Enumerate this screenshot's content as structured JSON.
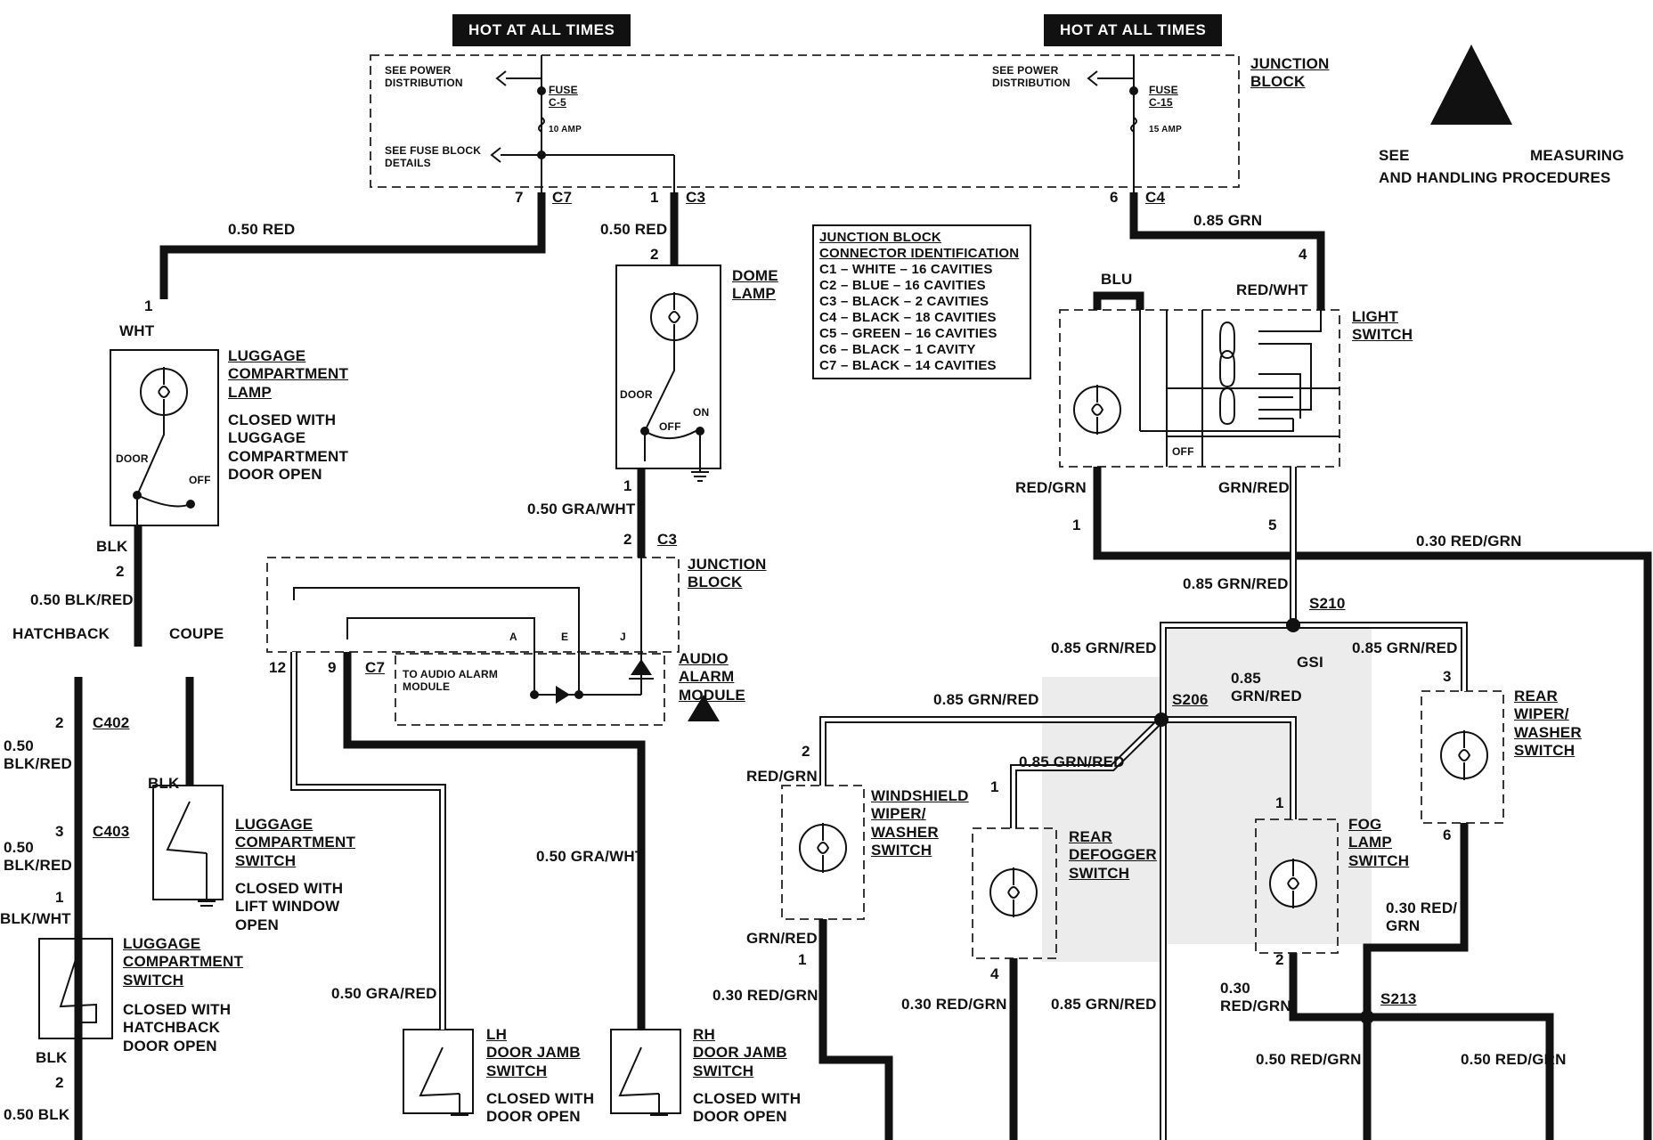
{
  "hot_labels": [
    "HOT AT ALL TIMES",
    "HOT AT ALL TIMES"
  ],
  "junction_block_top": "JUNCTION\nBLOCK",
  "esd_note": {
    "left": "SEE",
    "right": "MEASURING",
    "line2": "AND HANDLING PROCEDURES"
  },
  "fuse_left": {
    "see_power": "SEE POWER\nDISTRIBUTION",
    "name": "FUSE\nC-5",
    "rating": "10 AMP",
    "see_fuse_block": "SEE FUSE BLOCK\nDETAILS"
  },
  "fuse_right": {
    "see_power": "SEE POWER\nDISTRIBUTION",
    "name": "FUSE\nC-15",
    "rating": "15 AMP"
  },
  "connectors": {
    "c7_top": {
      "pin": "7",
      "name": "C7"
    },
    "c3_top": {
      "pin": "1",
      "name": "C3"
    },
    "c4_top": {
      "pin": "6",
      "name": "C4"
    },
    "c3_mid": {
      "pin": "2",
      "name": "C3"
    },
    "c7_mid": {
      "pin12": "12",
      "pin9": "9",
      "name": "C7"
    },
    "c402": {
      "pin": "2",
      "name": "C402"
    },
    "c403": {
      "pin": "3",
      "name": "C403"
    }
  },
  "connector_id": {
    "title": [
      "JUNCTION BLOCK",
      "CONNECTOR IDENTIFICATION"
    ],
    "rows": [
      "C1 – WHITE – 16 CAVITIES",
      "C2 – BLUE – 16 CAVITIES",
      "C3 – BLACK – 2 CAVITIES",
      "C4 – BLACK – 18 CAVITIES",
      "C5 – GREEN – 16 CAVITIES",
      "C6 – BLACK – 1 CAVITY",
      "C7 – BLACK – 14 CAVITIES"
    ]
  },
  "wires": {
    "red050_left": "0.50 RED",
    "red050_dome": "0.50 RED",
    "grn085": "0.85 GRN",
    "gra_wht_050a": "0.50 GRA/WHT",
    "gra_wht_050b": "0.50 GRA/WHT",
    "gra_red_050": "0.50 GRA/RED",
    "wht": "WHT",
    "blk1": "BLK",
    "blk_red_050": "0.50 BLK/RED",
    "blk_red_a": "0.50\nBLK/RED",
    "blk_red_b": "0.50\nBLK/RED",
    "blk_wht": "BLK/WHT",
    "blk2": "BLK",
    "blk3": "BLK",
    "blk050": "0.50 BLK",
    "blu": "BLU",
    "red_wht": "RED/WHT",
    "red_grn_ls": "RED/GRN",
    "grn_red_ls": "GRN/RED",
    "red_grn_030_right": "0.30 RED/GRN",
    "grn_red_085_a": "0.85 GRN/RED",
    "grn_red_085_b": "0.85 GRN/RED",
    "grn_red_085_c": "0.85 GRN/RED",
    "grn_red_085_d": "0.85 GRN/RED",
    "grn_red_085_e": "0.85\nGRN/RED",
    "grn_red_085_f": "0.85 GRN/RED",
    "grn_red_085_g": "0.85 GRN/RED",
    "red_grn_ws": "RED/GRN",
    "grn_red_ws": "GRN/RED",
    "red_grn_030_ws": "0.30 RED/GRN",
    "red_grn_030_def": "0.30 RED/GRN",
    "red_grn_030_rw": "0.30 RED/\nGRN",
    "red_grn_030_fog": "0.30\nRED/GRN",
    "red_grn_050_a": "0.50 RED/GRN",
    "red_grn_050_b": "0.50 RED/GRN"
  },
  "splices": {
    "s210": "S210",
    "s206": "S206",
    "s213": "S213",
    "gsi": "GSI"
  },
  "components": {
    "dome_lamp": "DOME\nLAMP",
    "dome_door": "DOOR",
    "dome_off": "OFF",
    "dome_on": "ON",
    "luggage_lamp": "LUGGAGE\nCOMPARTMENT\nLAMP",
    "luggage_lamp_note": "CLOSED WITH\nLUGGAGE\nCOMPARTMENT\nDOOR OPEN",
    "luggage_door": "DOOR",
    "luggage_off": "OFF",
    "hatchback": "HATCHBACK",
    "coupe": "COUPE",
    "lcs_coupe": "LUGGAGE\nCOMPARTMENT\nSWITCH",
    "lcs_coupe_note": "CLOSED WITH\nLIFT WINDOW\nOPEN",
    "lcs_hatch": "LUGGAGE\nCOMPARTMENT\nSWITCH",
    "lcs_hatch_note": "CLOSED WITH\nHATCHBACK\nDOOR OPEN",
    "jb_mid": "JUNCTION\nBLOCK",
    "audio_module": "AUDIO\nALARM\nMODULE",
    "to_audio": "TO AUDIO ALARM\nMODULE",
    "pins": [
      "A",
      "E",
      "J"
    ],
    "lh_jamb": "LH\nDOOR JAMB\nSWITCH",
    "lh_note": "CLOSED WITH\nDOOR OPEN",
    "rh_jamb": "RH\nDOOR JAMB\nSWITCH",
    "rh_note": "CLOSED WITH\nDOOR OPEN",
    "light_switch": "LIGHT\nSWITCH",
    "light_off": "OFF",
    "ws_wiper": "WINDSHIELD\nWIPER/\nWASHER\nSWITCH",
    "rear_defog": "REAR\nDEFOGGER\nSWITCH",
    "fog_lamp": "FOG\nLAMP\nSWITCH",
    "rear_wiper": "REAR\nWIPER/\nWASHER\nSWITCH"
  },
  "pin_numbers": {
    "dome2": "2",
    "dome1": "1",
    "lug1": "1",
    "lug2": "2",
    "c402_3": "3",
    "hatch1": "1",
    "hatch2": "2",
    "ls4": "4",
    "ls1": "1",
    "ls5": "5",
    "rw3": "3",
    "rw6": "6",
    "ws2": "2",
    "ws1": "1",
    "def1": "1",
    "def4": "4",
    "fog1": "1",
    "fog2": "2"
  }
}
